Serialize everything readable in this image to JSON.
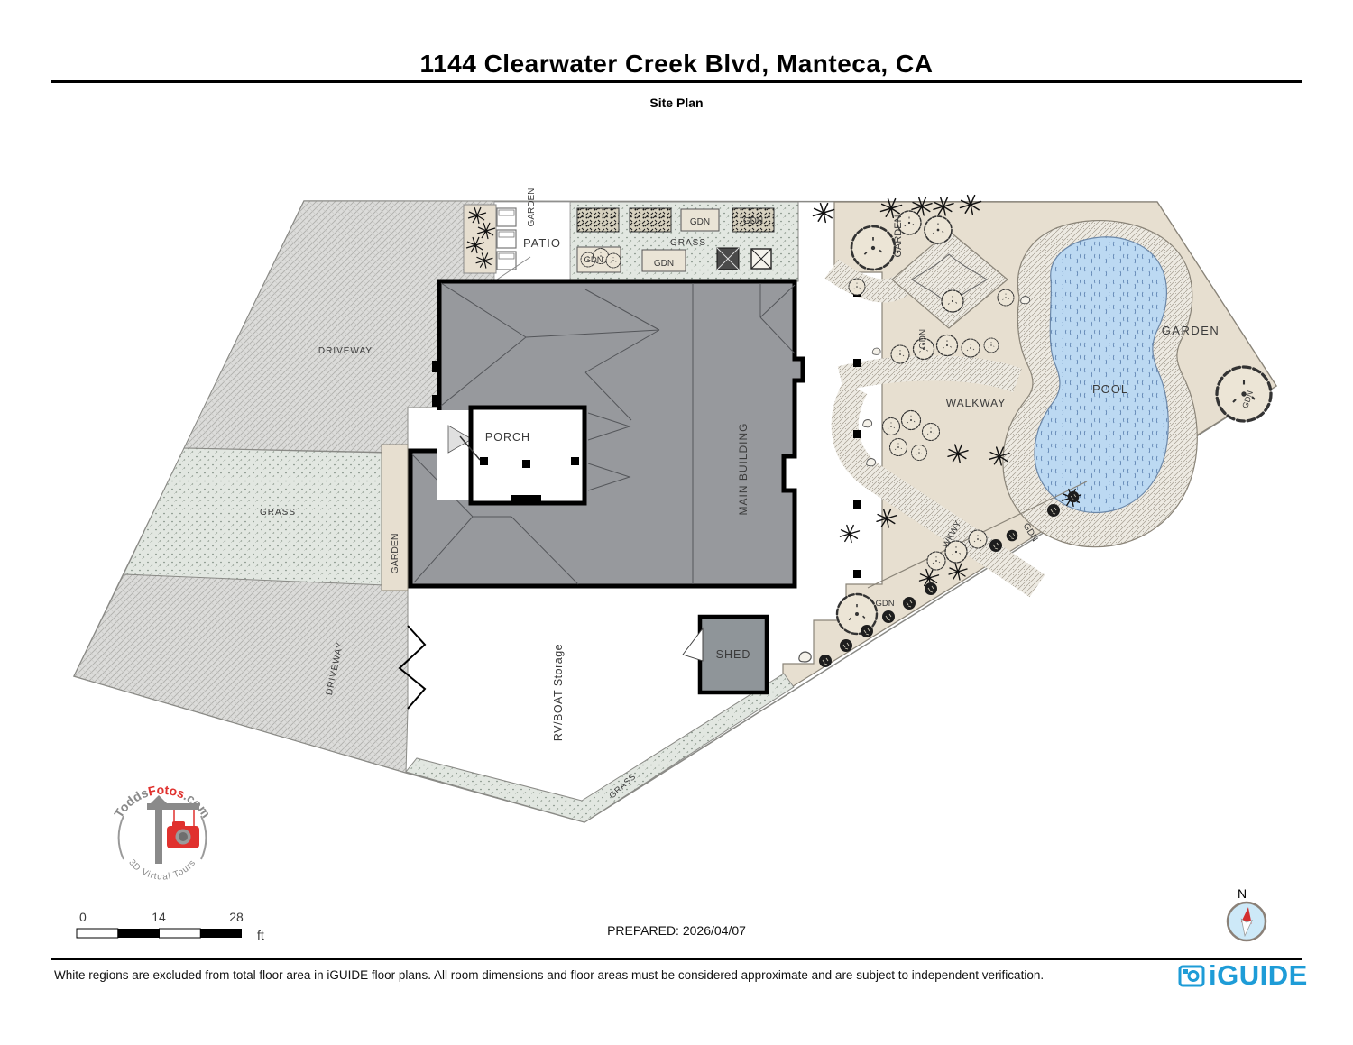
{
  "header": {
    "title": "1144 Clearwater Creek Blvd, Manteca, CA",
    "subtitle": "Site Plan"
  },
  "plan": {
    "areas": {
      "driveway_upper": "DRIVEWAY",
      "driveway_lower": "DRIVEWAY",
      "grass_left": "GRASS",
      "grass_top": "GRASS",
      "grass_band": "GRASS",
      "garden_left": "GARDEN",
      "garden_patio_top": "GARDEN",
      "garden_top_right": "GARDEN",
      "garden_right": "GARDEN",
      "patio": "PATIO",
      "porch": "PORCH",
      "main_building": "MAIN BUILDING",
      "pool": "POOL",
      "walkway": "WALKWAY",
      "walkway_abbr": "WKWY",
      "shed": "SHED",
      "rv_boat_storage": "RV/BOAT Storage",
      "gdn": "GDN"
    }
  },
  "scale_bar": {
    "zero": "0",
    "mid": "14",
    "max": "28",
    "unit": "ft"
  },
  "prepared_label": "PREPARED: 2026/04/07",
  "compass": {
    "north": "N"
  },
  "vendor_logo": {
    "name_part1": "Todds",
    "name_part2": "Fotos",
    "name_part3": ".com",
    "tagline": "3D Virtual Tours"
  },
  "footer": {
    "disclaimer": "White regions are excluded from total floor area in iGUIDE floor plans. All room dimensions and floor areas must be considered approximate and are subject to independent verification.",
    "brand": "iGUIDE"
  },
  "colors": {
    "iguide_blue": "#1e9cd7",
    "pool_water": "#bcd9f2",
    "building_gray": "#97999d",
    "garden_beige": "#e7dfd0",
    "logo_red": "#e0312e"
  }
}
